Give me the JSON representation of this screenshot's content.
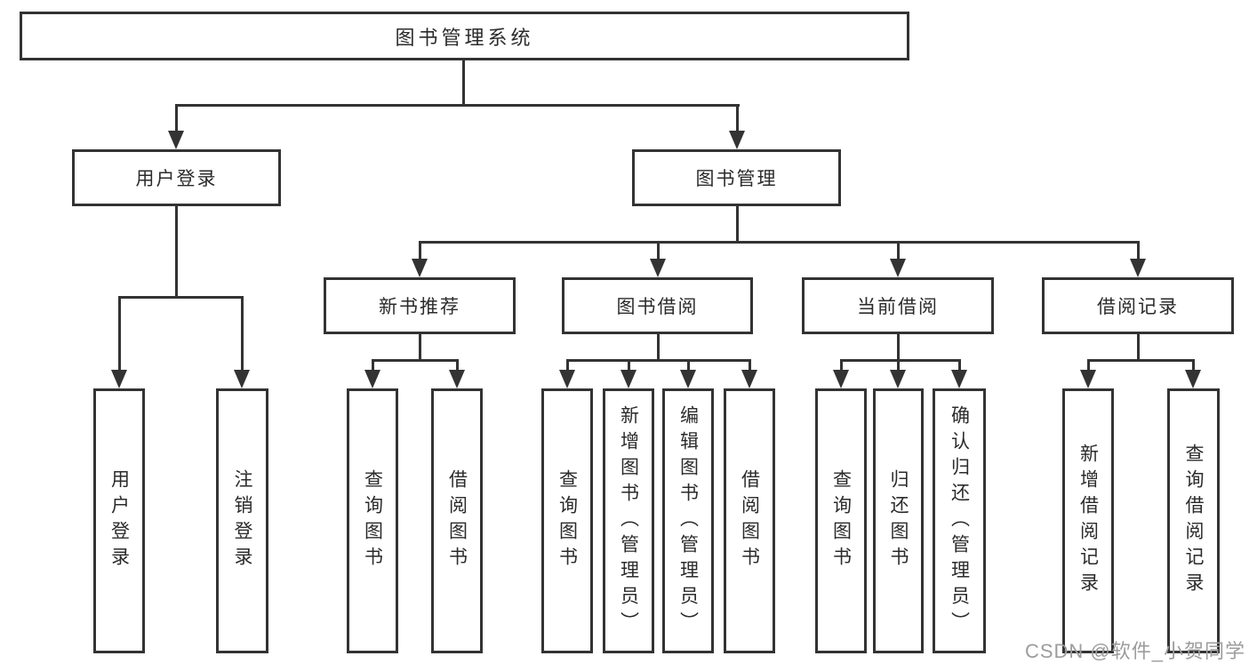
{
  "diagram": {
    "root": {
      "label": "图书管理系统"
    },
    "level2": {
      "user_login": {
        "label": "用户登录"
      },
      "book_management": {
        "label": "图书管理"
      }
    },
    "level3": {
      "new_book_recommend": {
        "label": "新书推荐"
      },
      "book_borrow": {
        "label": "图书借阅"
      },
      "current_borrow": {
        "label": "当前借阅"
      },
      "borrow_records": {
        "label": "借阅记录"
      }
    },
    "leaves": {
      "login": [
        "用户登录",
        "注销登录"
      ],
      "recommend": [
        "查询图书",
        "借阅图书"
      ],
      "borrow": [
        "查询图书",
        "新增图书（管理员）",
        "编辑图书（管理员）",
        "借阅图书"
      ],
      "current": [
        "查询图书",
        "归还图书",
        "确认归还（管理员）"
      ],
      "records": [
        "新增借阅记录",
        "查询借阅记录"
      ]
    }
  },
  "watermark": {
    "text": "CSDN @软件_小贺同学"
  },
  "colors": {
    "line": "#333333",
    "text": "#2b2b2b",
    "box_background": "#ffffff",
    "watermark": "#9c9c9c",
    "background": "#ffffff"
  }
}
